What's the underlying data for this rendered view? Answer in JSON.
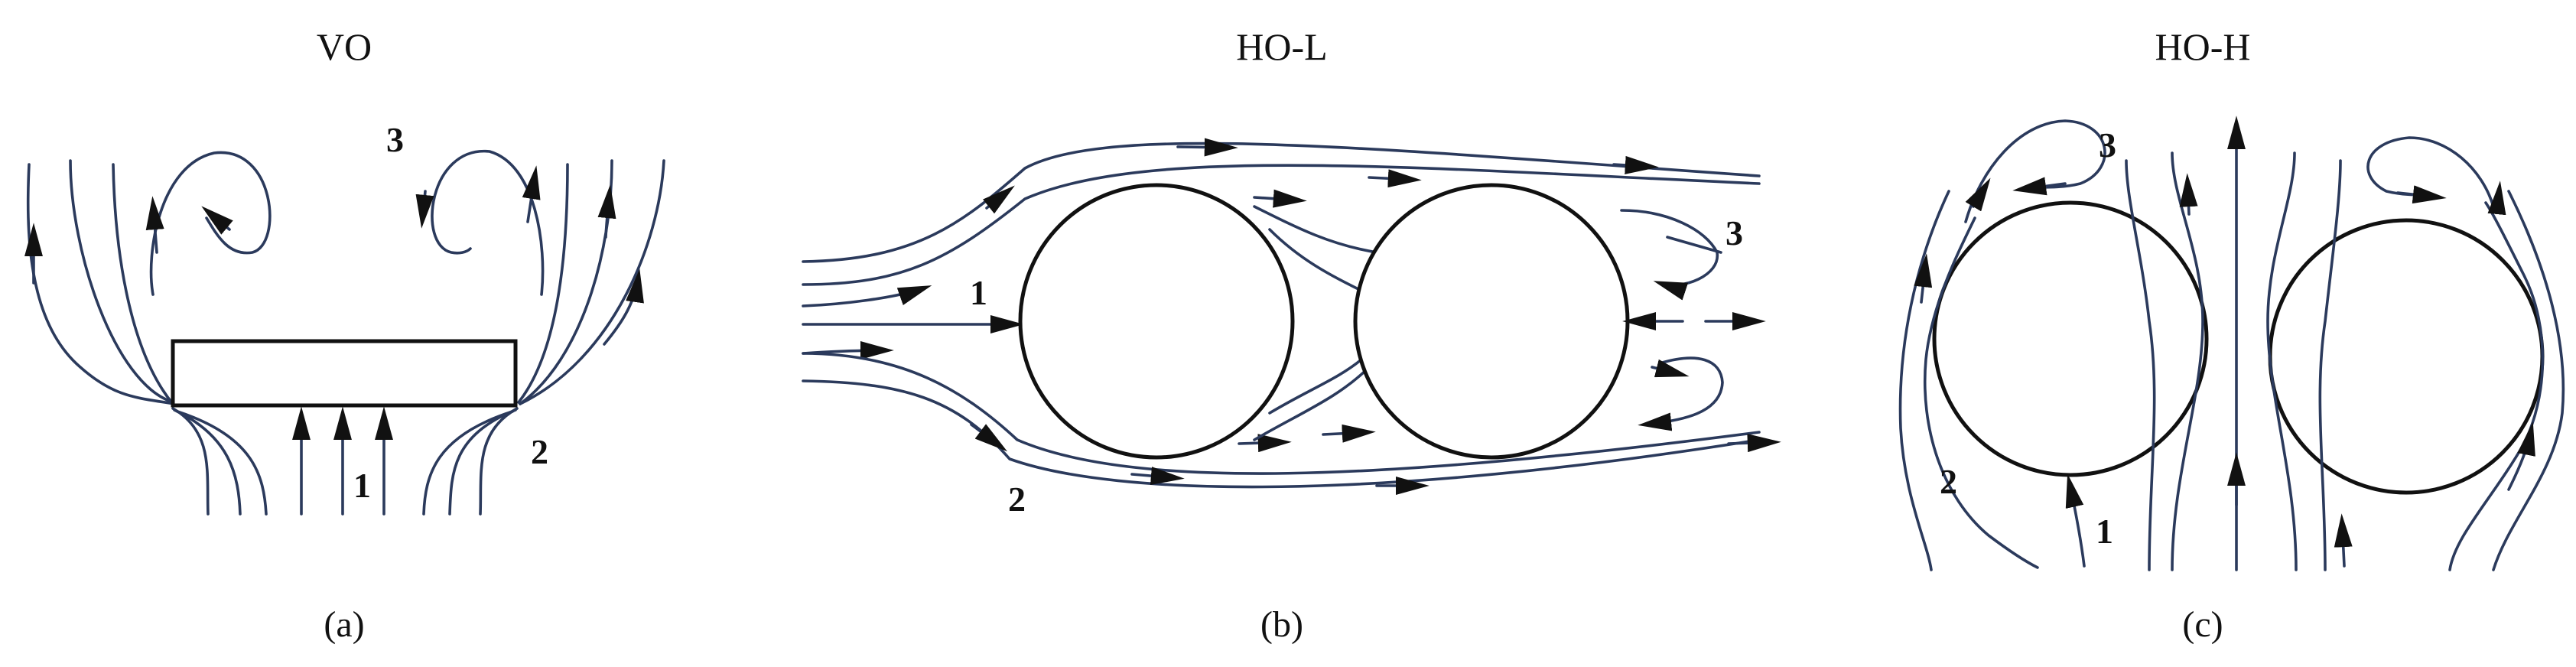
{
  "panels": [
    {
      "title": "VO",
      "caption": "(a)",
      "labels": [
        "1",
        "2",
        "3"
      ]
    },
    {
      "title": "HO-L",
      "caption": "(b)",
      "labels": [
        "1",
        "2",
        "3"
      ]
    },
    {
      "title": "HO-H",
      "caption": "(c)",
      "labels": [
        "1",
        "2",
        "3"
      ]
    }
  ],
  "colors": {
    "streamline": "#2b3a5c",
    "body": "#111111",
    "arrow": "#111111"
  }
}
